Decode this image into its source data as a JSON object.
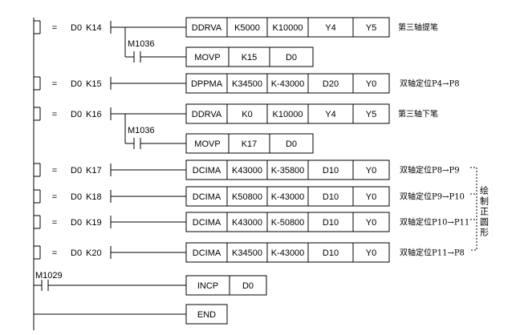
{
  "rungs": [
    {
      "type": "compare",
      "op": "=",
      "a": "D0",
      "b": "K14",
      "instr": [
        "DDRVA",
        "K5000",
        "K10000",
        "Y4",
        "Y5"
      ],
      "comment": "第三轴提笔",
      "branch": {
        "contact": "M1036",
        "instr": [
          "MOVP",
          "K15",
          "D0"
        ]
      }
    },
    {
      "type": "compare",
      "op": "=",
      "a": "D0",
      "b": "K15",
      "instr": [
        "DPPMA",
        "K34500",
        "K-43000",
        "D20",
        "Y0"
      ],
      "comment": "双轴定位P4→P8"
    },
    {
      "type": "compare",
      "op": "=",
      "a": "D0",
      "b": "K16",
      "instr": [
        "DDRVA",
        "K0",
        "K10000",
        "Y4",
        "Y5"
      ],
      "comment": "第三轴下笔",
      "branch": {
        "contact": "M1036",
        "instr": [
          "MOVP",
          "K17",
          "D0"
        ]
      }
    },
    {
      "type": "compare",
      "op": "=",
      "a": "D0",
      "b": "K17",
      "instr": [
        "DCIMA",
        "K43000",
        "K-35800",
        "D10",
        "Y0"
      ],
      "comment": "双轴定位P8→P9"
    },
    {
      "type": "compare",
      "op": "=",
      "a": "D0",
      "b": "K18",
      "instr": [
        "DCIMA",
        "K50800",
        "K-43000",
        "D10",
        "Y0"
      ],
      "comment": "双轴定位P9→P10"
    },
    {
      "type": "compare",
      "op": "=",
      "a": "D0",
      "b": "K19",
      "instr": [
        "DCIMA",
        "K43000",
        "K-50800",
        "D10",
        "Y0"
      ],
      "comment": "双轴定位P10→P11"
    },
    {
      "type": "compare",
      "op": "=",
      "a": "D0",
      "b": "K20",
      "instr": [
        "DCIMA",
        "K34500",
        "K-43000",
        "D10",
        "Y0"
      ],
      "comment": "双轴定位P11→P8"
    },
    {
      "type": "contact",
      "contact": "M1029",
      "instr": [
        "INCP",
        "D0"
      ]
    },
    {
      "type": "end",
      "instr": [
        "END"
      ]
    }
  ],
  "bracket_label": "绘制正圆形"
}
